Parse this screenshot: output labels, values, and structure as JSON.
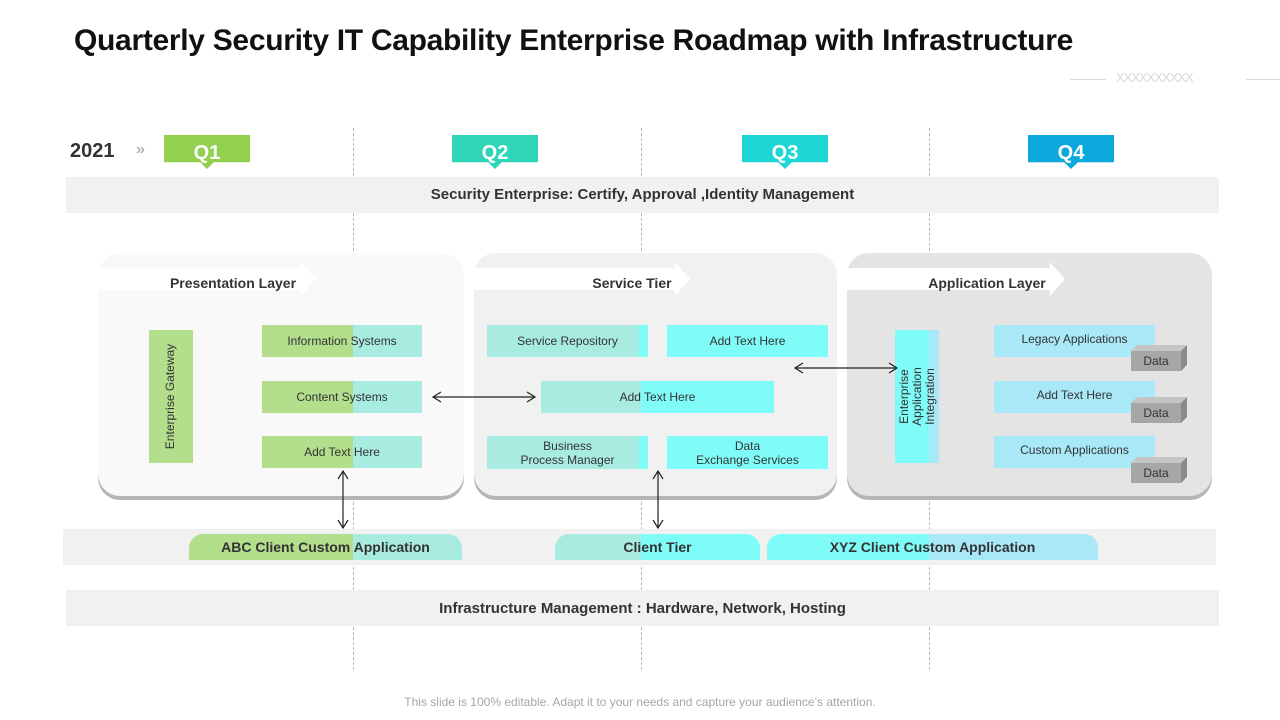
{
  "title": "Quarterly Security IT Capability Enterprise Roadmap with Infrastructure",
  "decoration": "XXXXXXXXXX",
  "year": "2021",
  "year_chevron": "»",
  "quarters": [
    {
      "label": "Q1",
      "color": "#92d050"
    },
    {
      "label": "Q2",
      "color": "#2fd5b7"
    },
    {
      "label": "Q3",
      "color": "#1fd6d6"
    },
    {
      "label": "Q4",
      "color": "#0ba8dc"
    }
  ],
  "top_band": "Security Enterprise: Certify, Approval ,Identity Management",
  "layers": {
    "presentation": {
      "title": "Presentation Layer",
      "gateway": "Enterprise Gateway",
      "items": [
        "Information Systems",
        "Content Systems",
        "Add Text Here"
      ]
    },
    "service": {
      "title": "Service Tier",
      "items": [
        "Service Repository",
        "Add Text Here",
        "Add Text Here",
        "Business\nProcess Manager",
        "Data\nExchange Services"
      ]
    },
    "application": {
      "title": "Application Layer",
      "integration": "Enterprise\nApplication\nIntegration",
      "items": [
        "Legacy Applications",
        "Add Text Here",
        "Custom Applications"
      ],
      "data_label": "Data"
    }
  },
  "clients": [
    "ABC  Client Custom  Application",
    "Client Tier",
    "XYZ Client Custom  Application"
  ],
  "bottom_band": "Infrastructure Management : Hardware, Network, Hosting",
  "footer": "This slide is 100% editable. Adapt it to your needs and capture your audience’s attention.",
  "colors": {
    "green": "#b3de8c",
    "mint": "#a8ebe0",
    "cyan": "#7ffcf8",
    "sky": "#a9e8f7",
    "band": "#f1f1f1"
  }
}
